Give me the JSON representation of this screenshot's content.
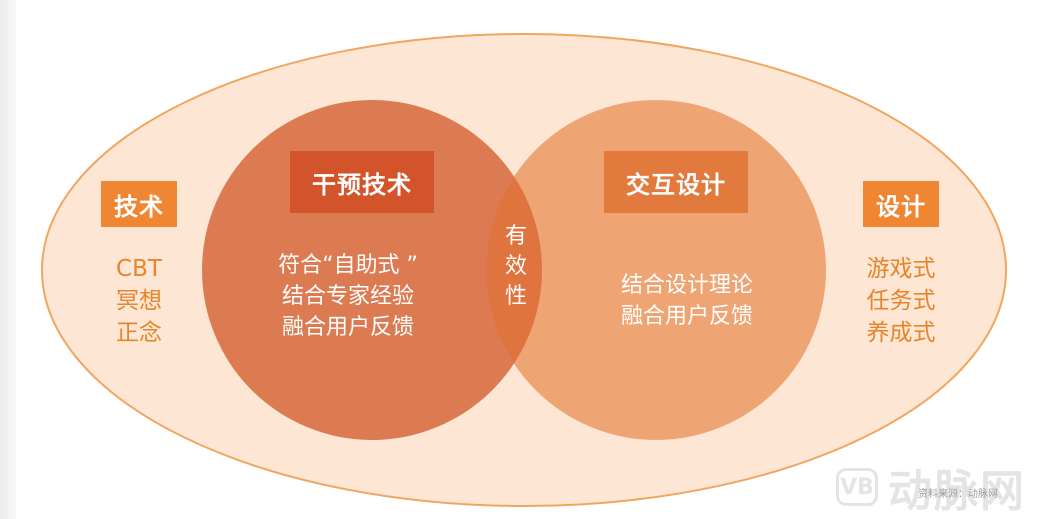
{
  "outer": {
    "fill": "#fde6d4",
    "stroke": "#f0a660"
  },
  "left_circle": {
    "title": "干预技术",
    "title_color": "#d3542a",
    "fill": "#dc7a52",
    "lines": [
      "符合“自助式 ”",
      "结合专家经验",
      "融合用户反馈"
    ]
  },
  "right_circle": {
    "title": "交互设计",
    "title_color": "#e27a3e",
    "fill": "#ee9e6a",
    "lines": [
      "结合设计理论",
      "融合用户反馈"
    ]
  },
  "overlap": {
    "chars": [
      "有",
      "效",
      "性"
    ],
    "fill": "#e0743f"
  },
  "left_side": {
    "title": "技术",
    "title_color": "#f08532",
    "items": [
      "CBT",
      "冥想",
      "正念"
    ]
  },
  "right_side": {
    "title": "设计",
    "title_color": "#f08532",
    "items": [
      "游戏式",
      "任务式",
      "养成式"
    ]
  },
  "footer": {
    "source": "资料来源：动脉网"
  },
  "watermark": {
    "logo": "VB",
    "text": "动脉网"
  }
}
